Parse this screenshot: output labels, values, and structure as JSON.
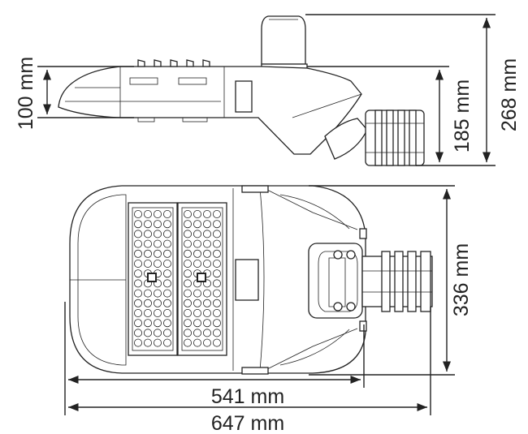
{
  "diagram": {
    "subject": "LED street light dimensions",
    "dimensions": {
      "height_body": "100 mm",
      "height_total_mount": "185 mm",
      "height_total": "268 mm",
      "width": "336 mm",
      "length_body": "541 mm",
      "length_total": "647 mm"
    }
  },
  "colors": {
    "line": "#222222",
    "background": "#ffffff"
  }
}
